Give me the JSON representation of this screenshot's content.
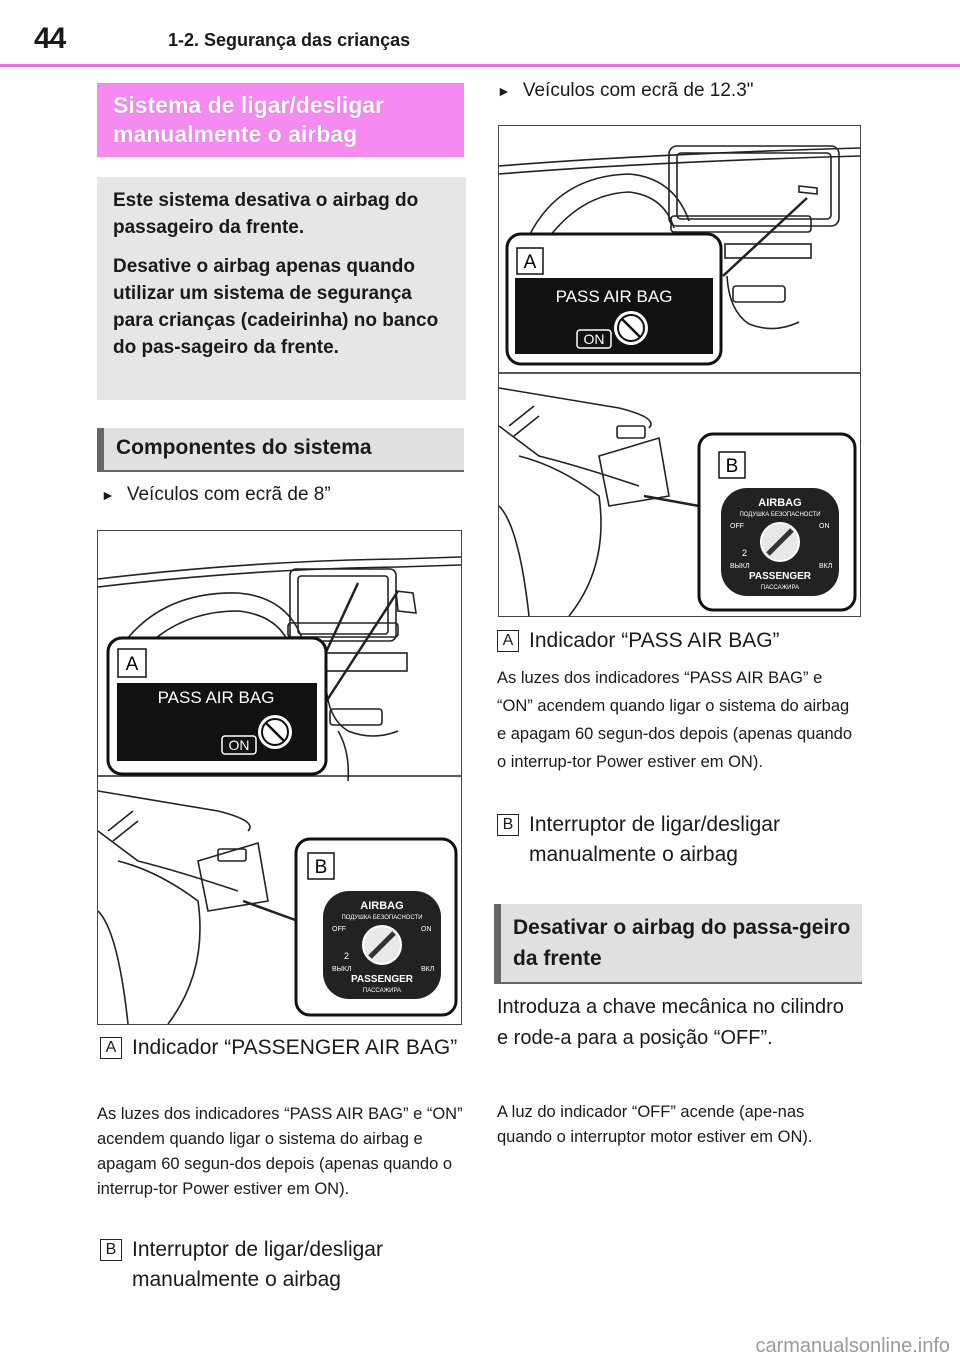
{
  "header": {
    "page_number": "44",
    "section": "1-2. Segurança das crianças"
  },
  "left": {
    "pink_title_lines": [
      "Sistema de ligar/desligar",
      "manualmente o airbag"
    ],
    "intro": [
      "Este sistema desativa o airbag do passageiro da frente.",
      "Desative o airbag apenas quando utilizar um sistema de segurança para crianças (cadeirinha) no banco do pas-sageiro da frente."
    ],
    "components_heading": "Componentes do sistema",
    "bullet_8": "Veículos com ecrã de 8”",
    "item_a_tag": "A",
    "item_a_label": "Indicador “PASSENGER AIR BAG”",
    "item_a_desc": "As luzes dos indicadores “PASS AIR BAG” e “ON” acendem quando ligar o sistema do airbag e apagam 60 segun-dos depois (apenas quando o interrup-tor Power estiver em ON).",
    "item_b_tag": "B",
    "item_b_label": "Interruptor de ligar/desligar manualmente o airbag"
  },
  "right": {
    "bullet_12": "Veículos com ecrã de 12.3\"",
    "item_a_tag": "A",
    "item_a_label": "Indicador “PASS AIR BAG”",
    "item_a_desc": "As luzes dos indicadores “PASS AIR BAG” e “ON” acendem quando ligar o sistema do airbag e apagam 60 segun-dos depois (apenas quando o interrup-tor Power estiver em ON).",
    "item_b_tag": "B",
    "item_b_label": "Interruptor de ligar/desligar manualmente o airbag",
    "deactivate_heading": "Desativar o airbag do passa-geiro da frente",
    "instruction": "Introduza a chave mecânica no cilindro e rode-a para a posição “OFF”.",
    "note": "A luz do indicador “OFF” acende (ape-nas quando o interruptor motor estiver em ON)."
  },
  "figure_labels": {
    "callout_a": "A",
    "callout_b": "B",
    "pass_air_bag": "PASS AIR BAG",
    "on": "ON",
    "switch_title": "AIRBAG",
    "switch_title_ru": "ПОДУШКА  БЕЗОПАСНОСТИ",
    "switch_off": "OFF",
    "switch_on": "ON",
    "switch_off_ru": "ВЫКЛ",
    "switch_on_ru": "ВКЛ",
    "switch_passenger": "PASSENGER",
    "switch_passenger_ru": "ПАССАЖИРА",
    "switch_2": "2"
  },
  "watermark": "carmanualsonline.info"
}
